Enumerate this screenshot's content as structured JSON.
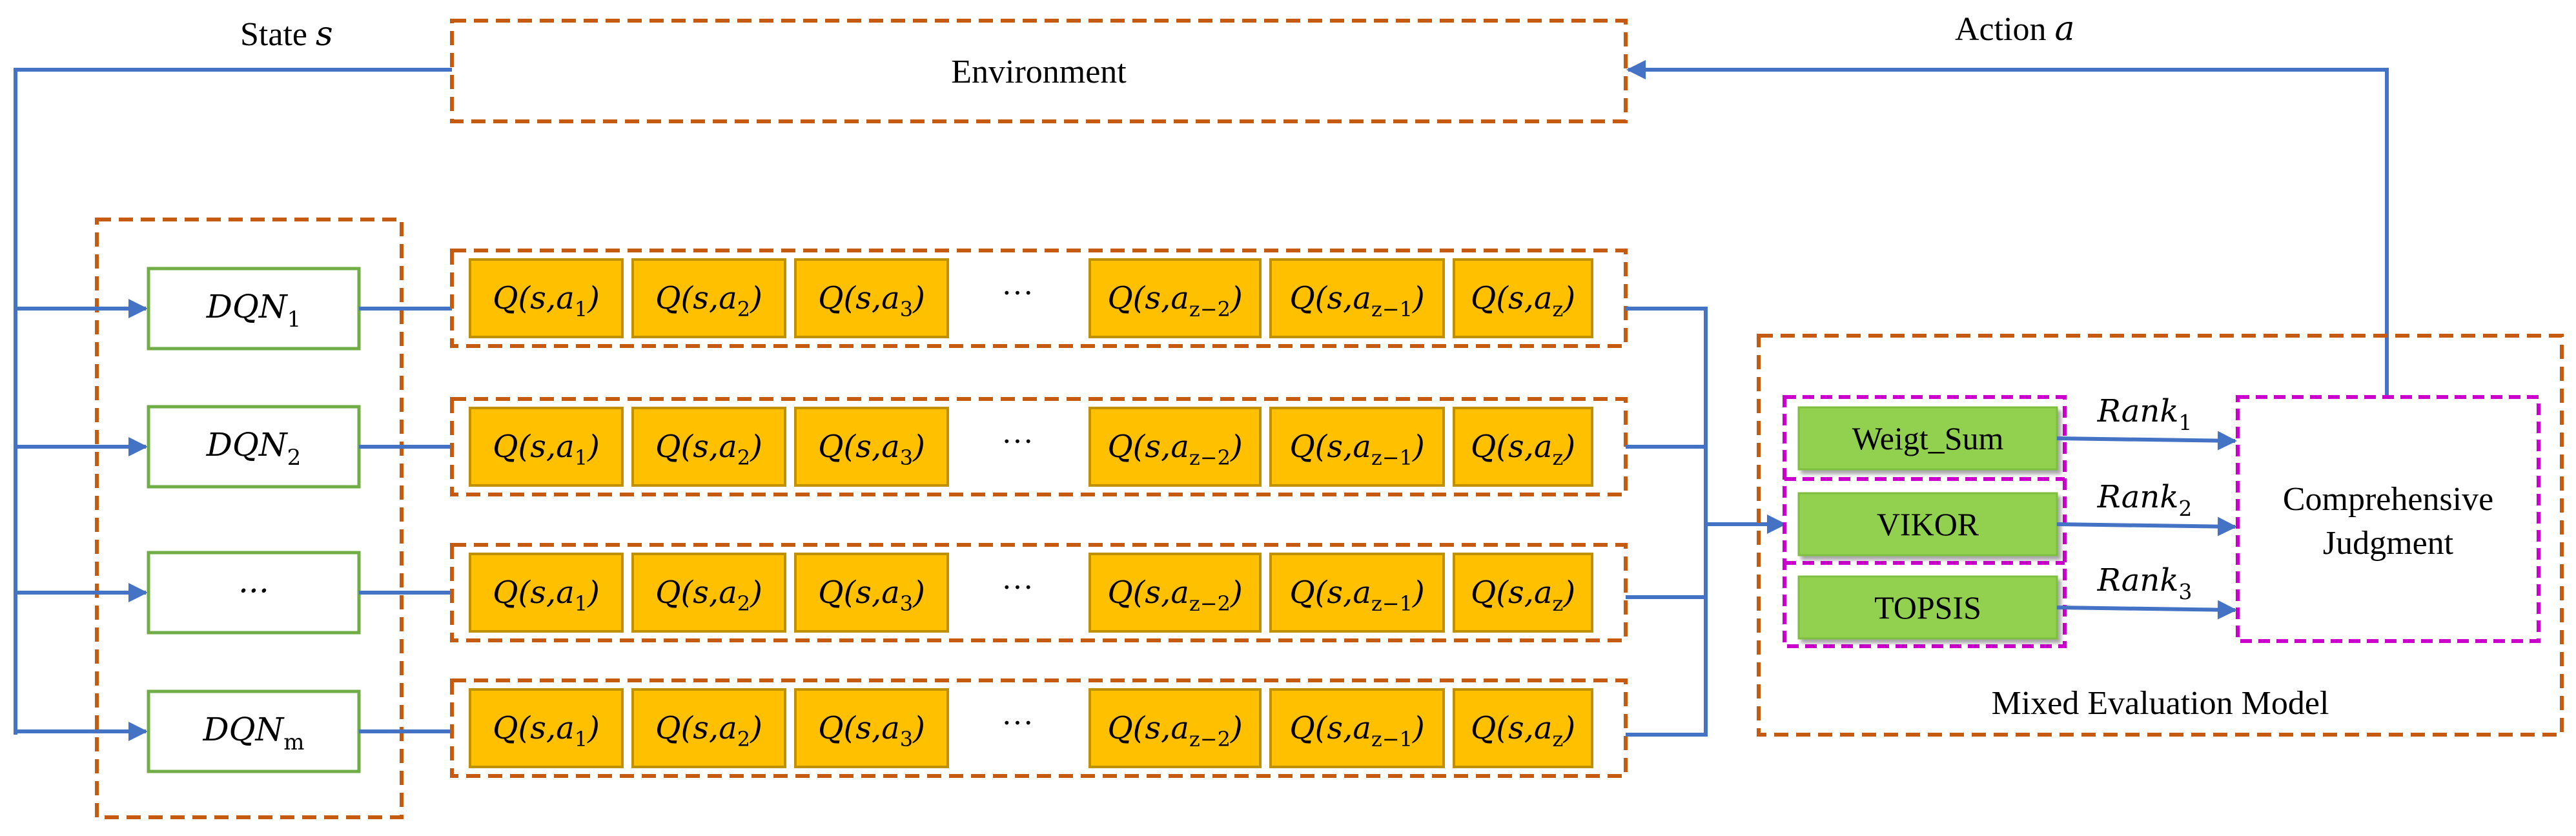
{
  "environment": {
    "label": "Environment"
  },
  "state_label": {
    "text": "State ",
    "symbol": "s"
  },
  "action_label": {
    "text": "Action ",
    "symbol": "a"
  },
  "dqns": [
    {
      "base": "DQN",
      "sub": "1"
    },
    {
      "base": "DQN",
      "sub": "2"
    },
    {
      "base": "···",
      "sub": ""
    },
    {
      "base": "DQN",
      "sub": "m"
    }
  ],
  "q_cells": [
    {
      "prefix": "Q(s,a",
      "sub": "1",
      "suffix": ")"
    },
    {
      "prefix": "Q(s,a",
      "sub": "2",
      "suffix": ")"
    },
    {
      "prefix": "Q(s,a",
      "sub": "3",
      "suffix": ")"
    },
    {
      "prefix": "Q(s,a",
      "sub": "z−2",
      "suffix": ")"
    },
    {
      "prefix": "Q(s,a",
      "sub": "z−1",
      "suffix": ")"
    },
    {
      "prefix": "Q(s,a",
      "sub": "z",
      "suffix": ")"
    }
  ],
  "q_ellipsis": "···",
  "methods": [
    "Weigt_Sum",
    "VIKOR",
    "TOPSIS"
  ],
  "ranks": [
    {
      "base": "Rank",
      "sub": "1"
    },
    {
      "base": "Rank",
      "sub": "2"
    },
    {
      "base": "Rank",
      "sub": "3"
    }
  ],
  "judgment": {
    "line1": "Comprehensive",
    "line2": "Judgment"
  },
  "model_label": "Mixed Evaluation Model",
  "colors": {
    "flow": "#4472C4",
    "dashed_orange": "#C55A11",
    "dashed_magenta": "#CC00CC",
    "green_border": "#70AD47",
    "q_fill": "#FFC000",
    "q_border": "#BF9000",
    "method_fill": "#92D050"
  }
}
